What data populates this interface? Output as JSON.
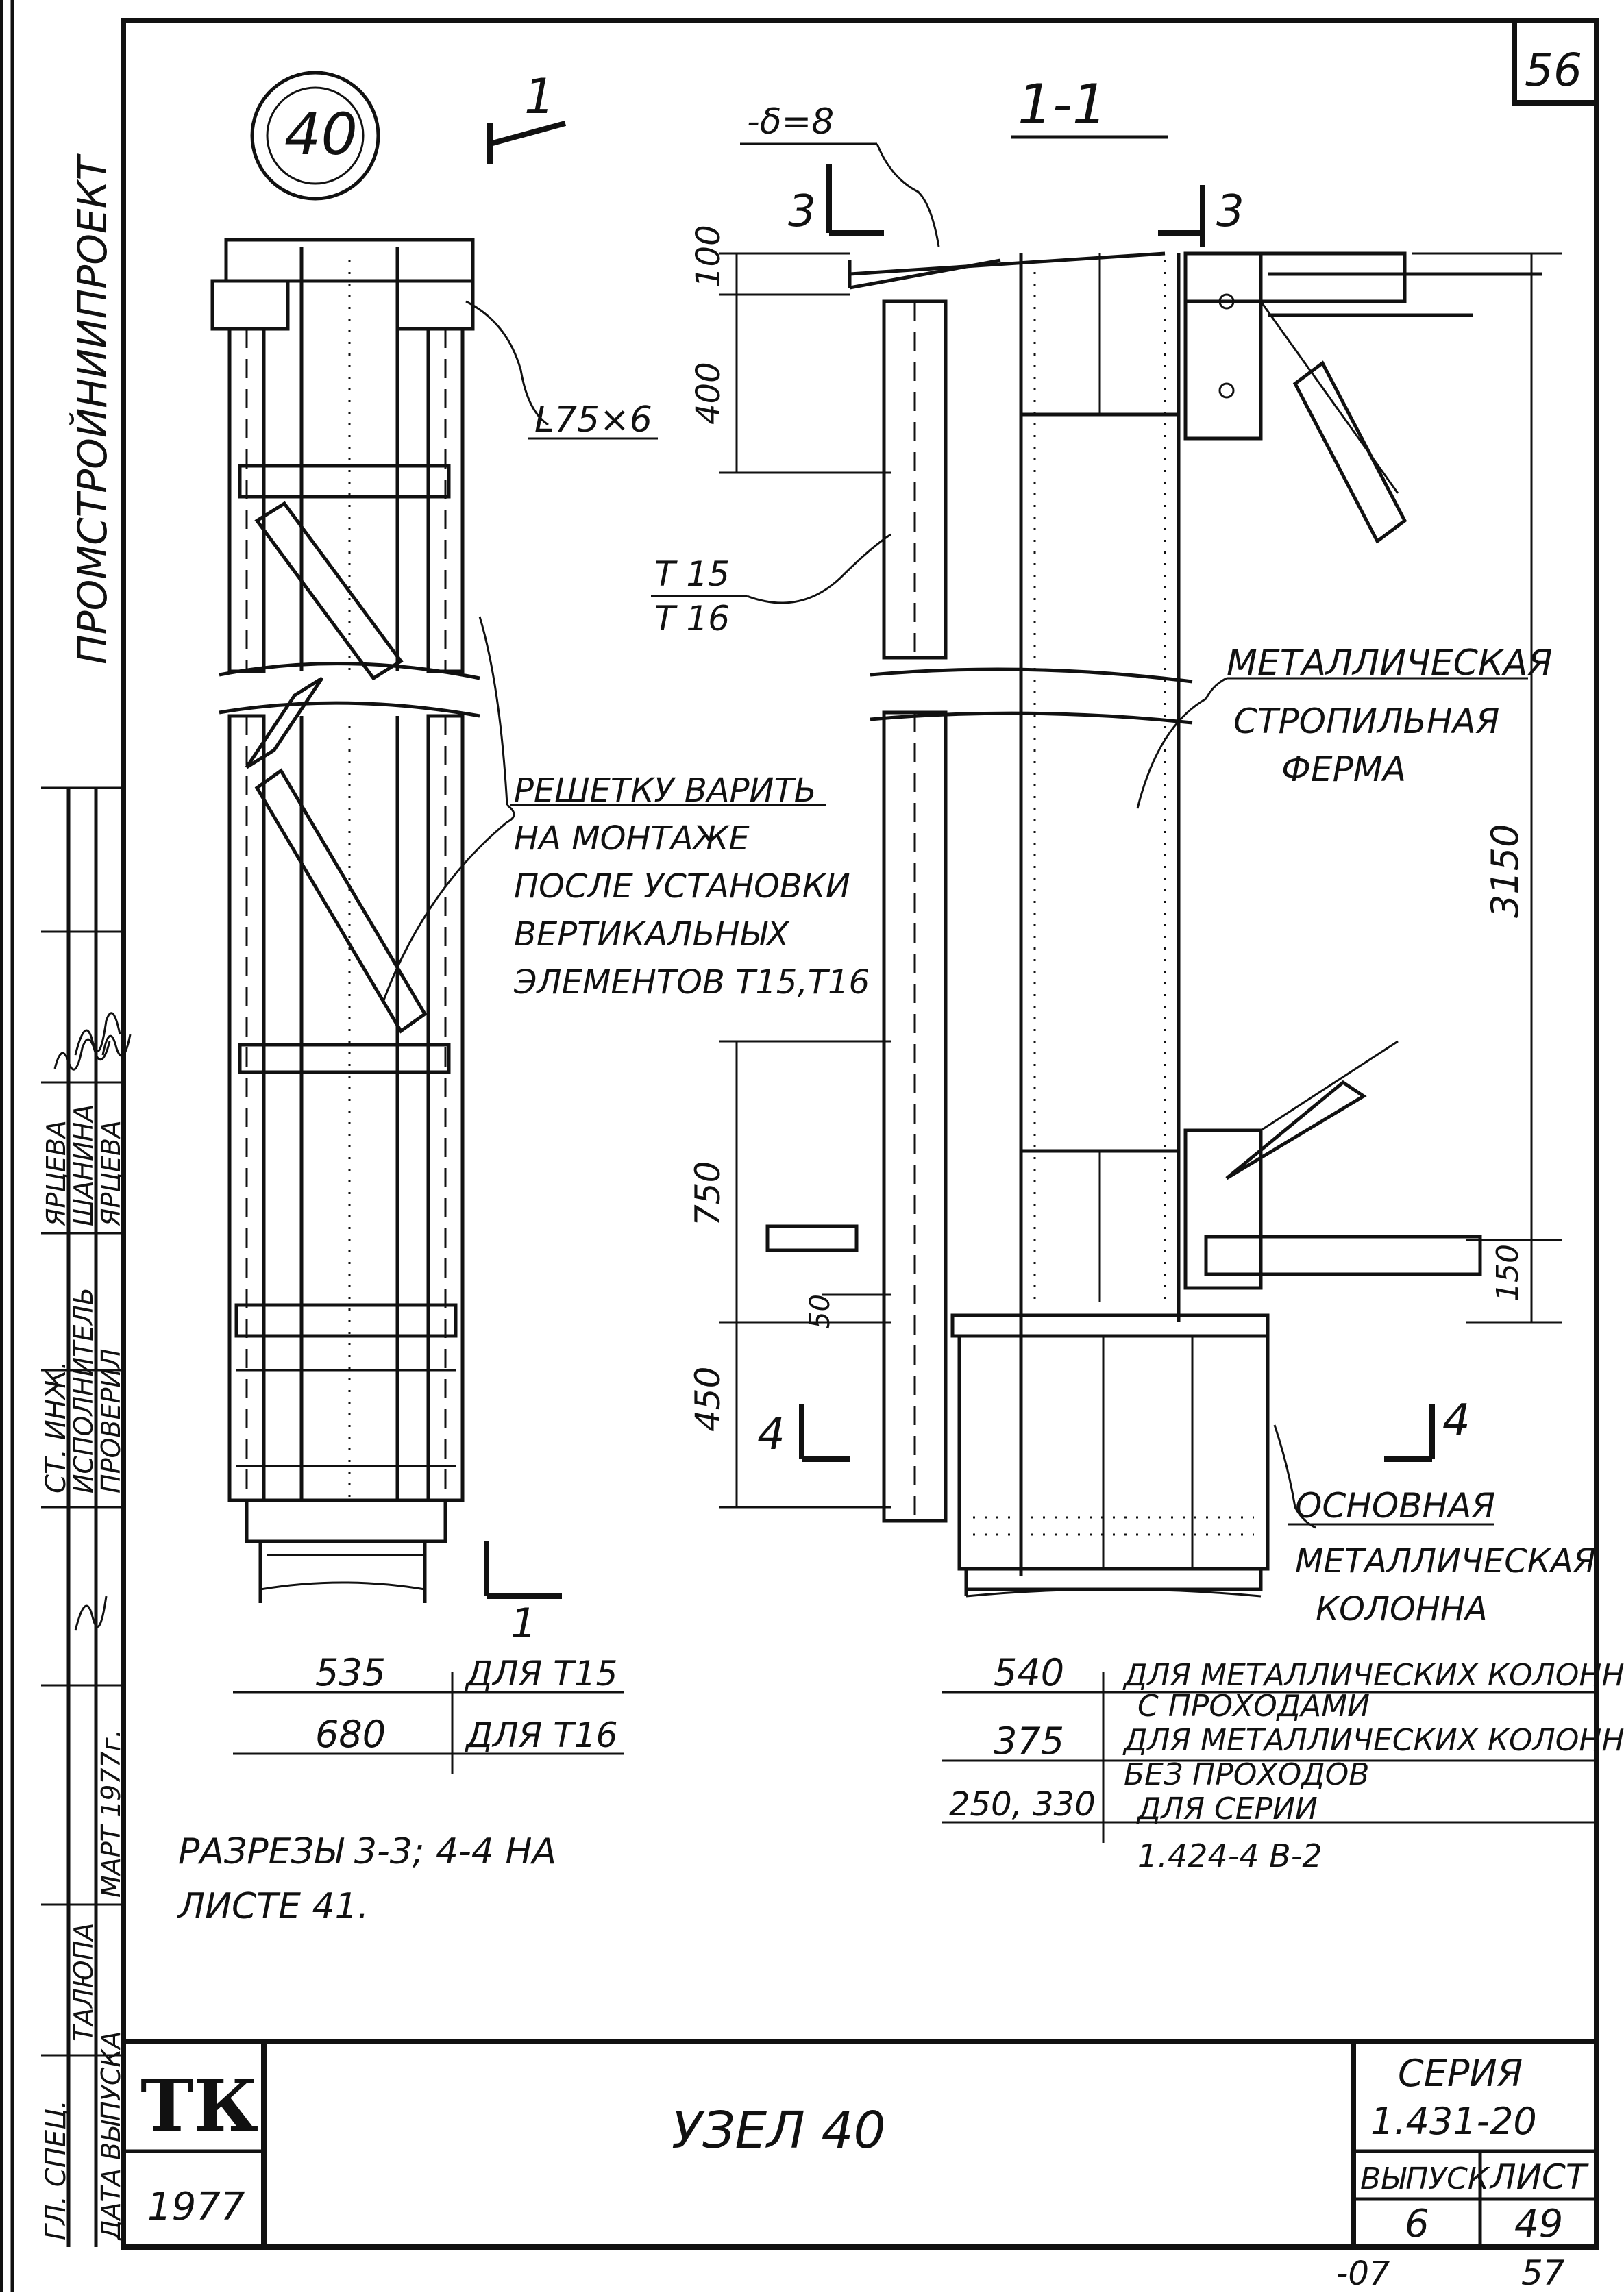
{
  "sheet": {
    "sheet_number_top": "56",
    "node_number": "40",
    "section_mark": "1",
    "section_title": "1-1"
  },
  "left_view": {
    "angle_label": "L75×6",
    "weld_note": [
      "РЕШЕТКУ ВАРИТЬ",
      "НА МОНТАЖЕ",
      "ПОСЛЕ УСТАНОВКИ",
      "ВЕРТИКАЛЬНЫХ",
      "ЭЛЕМЕНТОВ Т15,Т16"
    ],
    "dim_rows": [
      {
        "value": "535",
        "label": "ДЛЯ Т15"
      },
      {
        "value": "680",
        "label": "ДЛЯ Т16"
      }
    ],
    "section_mark_bottom": "1"
  },
  "right_view": {
    "plate_label": "-δ=8",
    "cut3_left": "3",
    "cut3_right": "3",
    "cut4_left": "4",
    "cut4_right": "4",
    "element_labels": [
      "Т 15",
      "Т 16"
    ],
    "dims_left": [
      "100",
      "400",
      "750",
      "50",
      "450"
    ],
    "dims_right": [
      "3150",
      "150"
    ],
    "truss_label": [
      "МЕТАЛЛИЧЕСКАЯ",
      "СТРОПИЛЬНАЯ",
      "ФЕРМА"
    ],
    "column_label": [
      "ОСНОВНАЯ",
      "МЕТАЛЛИЧЕСКАЯ",
      "КОЛОННА"
    ],
    "table": [
      {
        "value": "540",
        "lines": [
          "ДЛЯ МЕТАЛЛИЧЕСКИХ КОЛОНН",
          "С ПРОХОДАМИ"
        ]
      },
      {
        "value": "375",
        "lines": [
          "ДЛЯ МЕТАЛЛИЧЕСКИХ КОЛОНН",
          "БЕЗ ПРОХОДОВ"
        ]
      },
      {
        "value": "250, 330",
        "lines": [
          "ДЛЯ СЕРИИ",
          "1.424-4 В-2"
        ]
      }
    ]
  },
  "notes": [
    "РАЗРЕЗЫ 3-3; 4-4 НА",
    "ЛИСТЕ 41."
  ],
  "side_stamp": {
    "org": "ПРОМСТРОЙНИИПРОЕКТ",
    "roles": [
      "ГЛ. СПЕЦ.",
      "СТ. ИНЖ.",
      "ИСПОЛНИТЕЛЬ",
      "ПРОВЕРИЛ",
      "ДАТА ВЫПУСКА"
    ],
    "names": [
      "ТАЛЮПА",
      "ЯРЦЕВА",
      "ШАНИНА",
      "ЯРЦЕВА"
    ],
    "date": "МАРТ 1977г."
  },
  "title_block": {
    "logo": "ТК",
    "year": "1977",
    "title": "УЗЕЛ 40",
    "series_label": "СЕРИЯ",
    "series_value": "1.431-20",
    "issue_label": "ВЫПУСК",
    "issue_value": "6",
    "sheet_label": "ЛИСТ",
    "sheet_value": "49"
  },
  "footer": {
    "left_code": "-07",
    "right_code": "57"
  }
}
